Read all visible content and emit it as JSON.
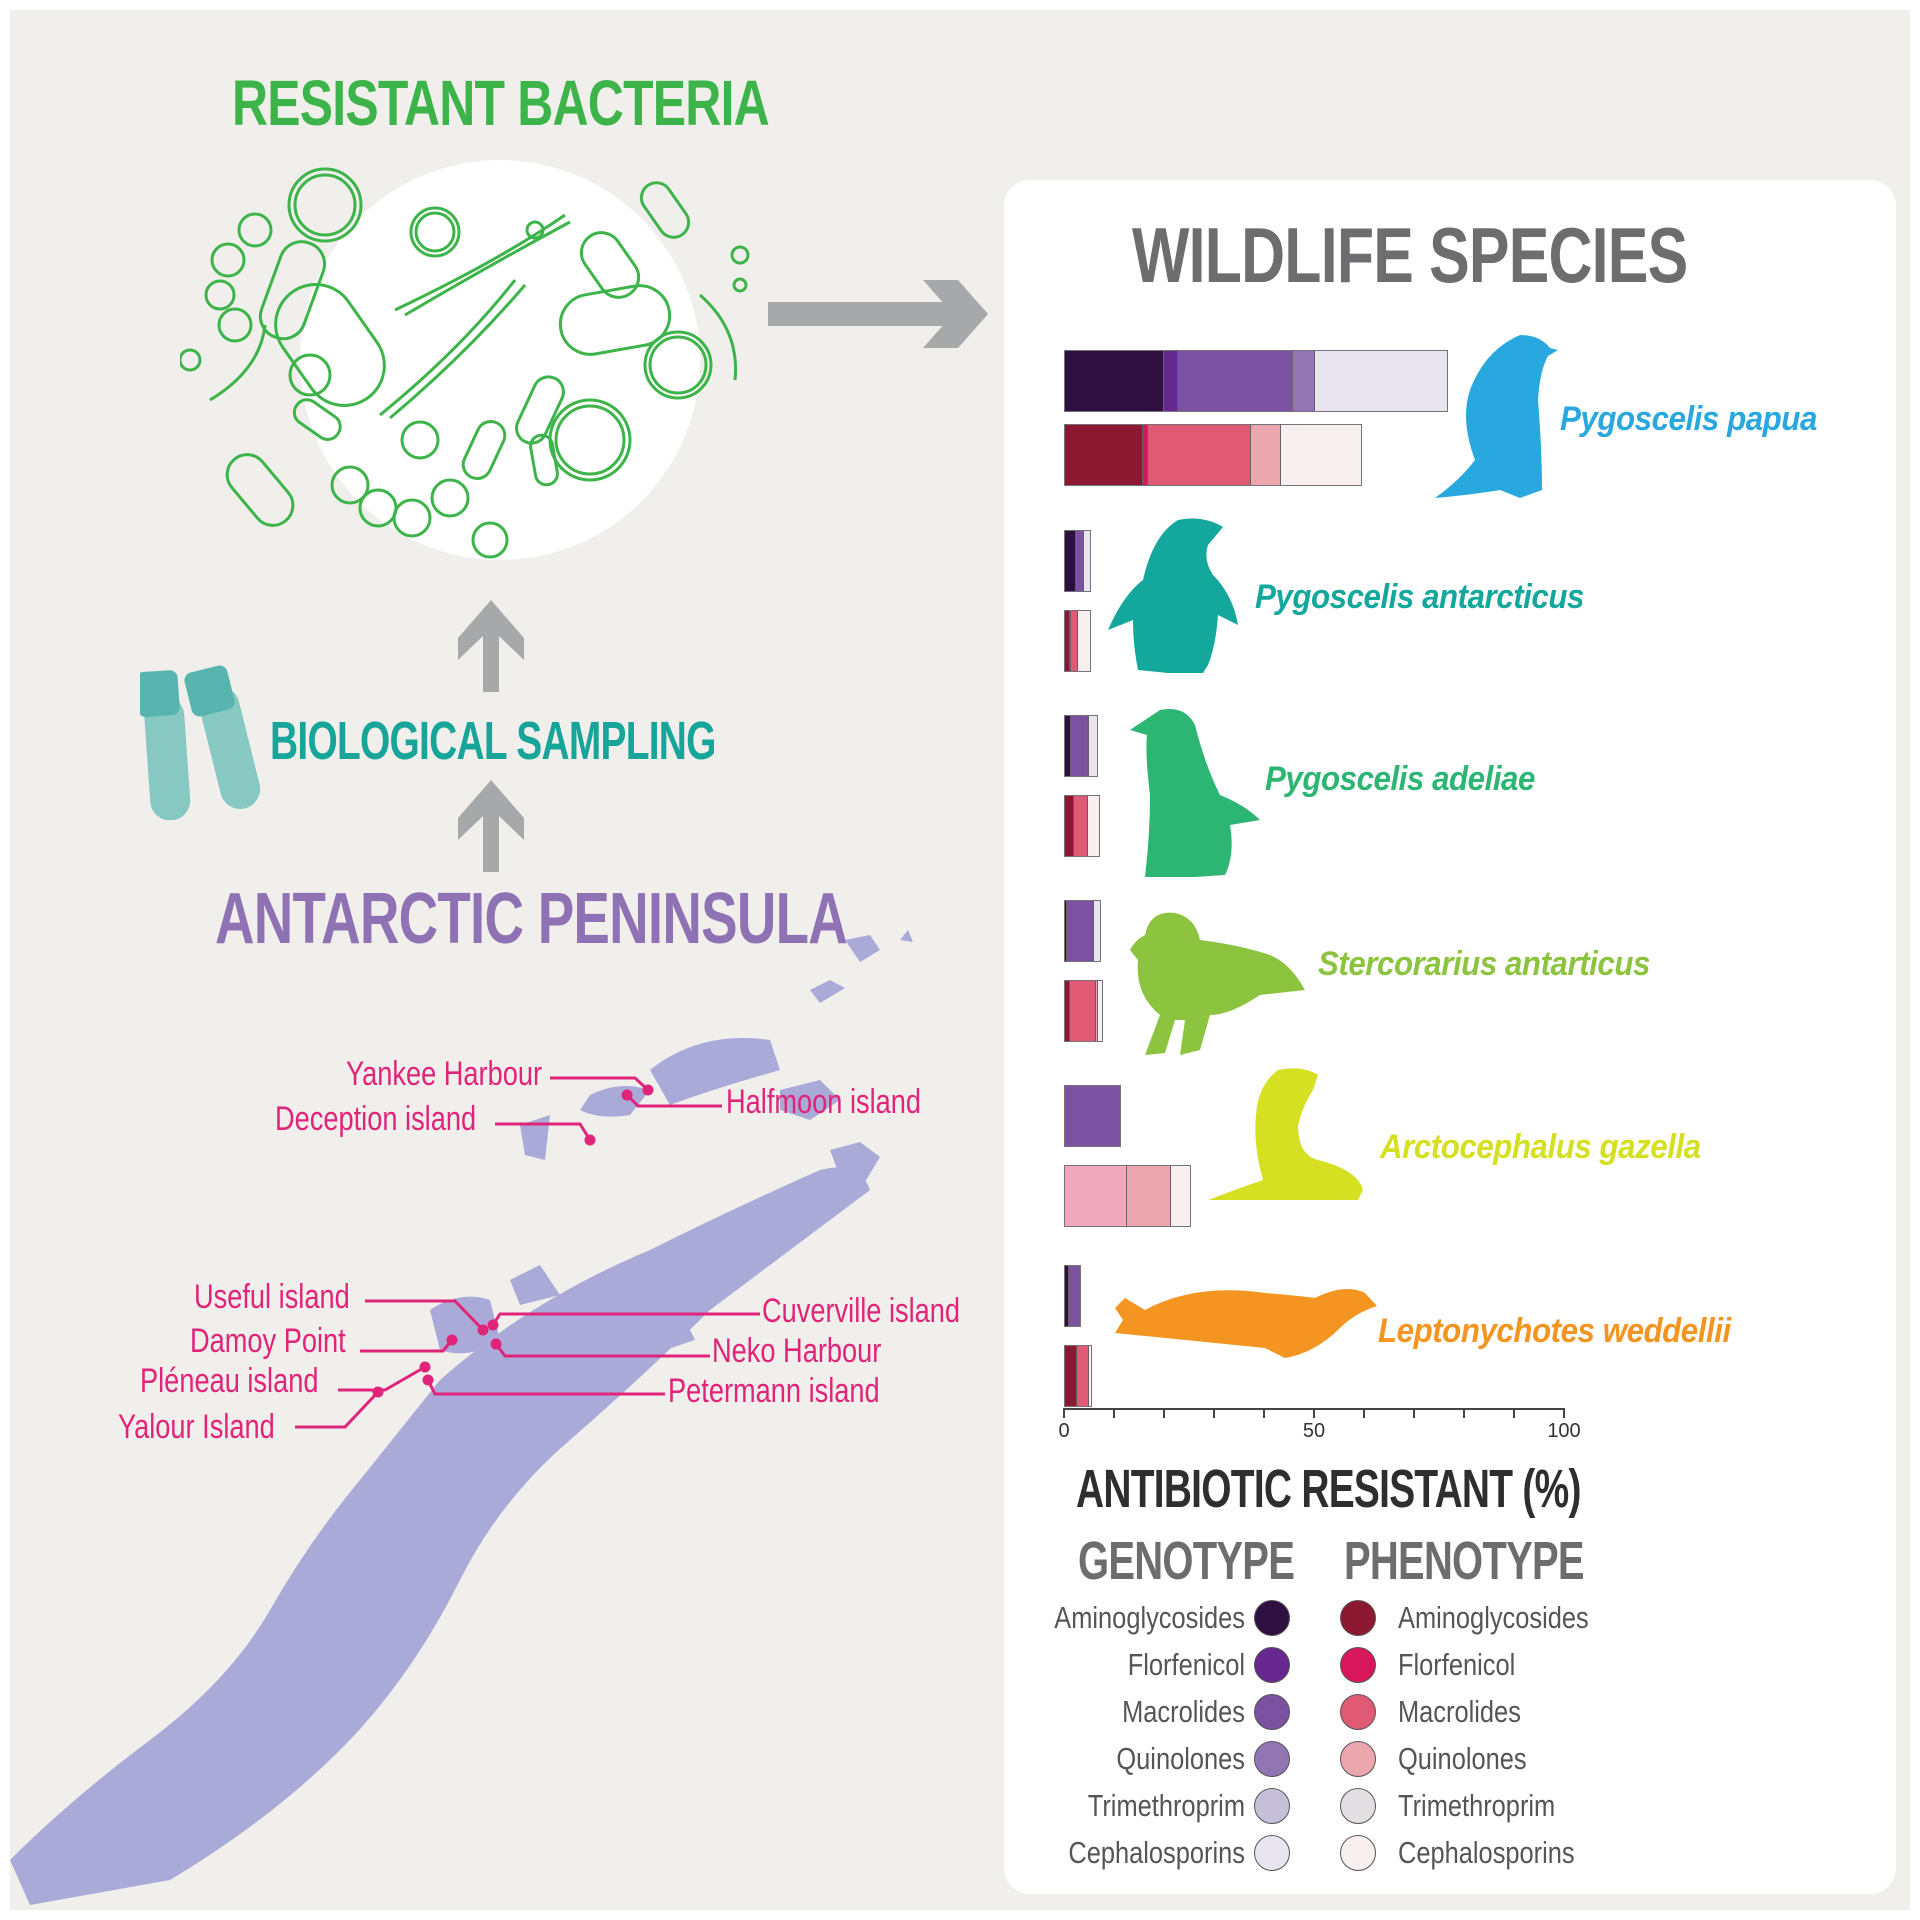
{
  "titles": {
    "resistant_bacteria": "RESISTANT BACTERIA",
    "biological_sampling": "BIOLOGICAL SAMPLING",
    "antarctic_peninsula": "ANTARCTIC PENINSULA",
    "wildlife_species": "WILDLIFE SPECIES"
  },
  "colors": {
    "background": "#f1efeb",
    "card": "#ffffff",
    "resistant_bacteria": "#3db44a",
    "biological_sampling": "#17a59a",
    "antarctic_peninsula": "#8f72b3",
    "map_land": "#aaaad8",
    "map_labels": "#e0247a",
    "arrows": "#a7a8aa"
  },
  "map_locations": [
    {
      "name": "Yankee Harbour"
    },
    {
      "name": "Deception island"
    },
    {
      "name": "Halfmoon island"
    },
    {
      "name": "Useful island"
    },
    {
      "name": "Damoy Point"
    },
    {
      "name": "Pléneau island"
    },
    {
      "name": "Yalour Island"
    },
    {
      "name": "Cuverville island"
    },
    {
      "name": "Neko Harbour"
    },
    {
      "name": "Petermann island"
    }
  ],
  "legend": {
    "genotype_title": "GENOTYPE",
    "phenotype_title": "PHENOTYPE",
    "genotype": [
      {
        "label": "Aminoglycosides",
        "color": "#2d1040"
      },
      {
        "label": "Florfenicol",
        "color": "#66288f"
      },
      {
        "label": "Macrolides",
        "color": "#7b51a1"
      },
      {
        "label": "Quinolones",
        "color": "#9176b3"
      },
      {
        "label": "Trimethroprim",
        "color": "#c5bfd8"
      },
      {
        "label": "Cephalosporins",
        "color": "#e8e5ee"
      }
    ],
    "phenotype": [
      {
        "label": "Aminoglycosides",
        "color": "#8b1731"
      },
      {
        "label": "Florfenicol",
        "color": "#d7175a"
      },
      {
        "label": "Macrolides",
        "color": "#e05a75"
      },
      {
        "label": "Quinolones",
        "color": "#eba6ae"
      },
      {
        "label": "Trimethroprim",
        "color": "#e2dee2"
      },
      {
        "label": "Cephalosporins",
        "color": "#f8f0ee"
      }
    ]
  },
  "chart_data": {
    "type": "bar",
    "orientation": "horizontal-stacked",
    "title": "WILDLIFE SPECIES",
    "xlabel": "ANTIBIOTIC RESISTANT (%)",
    "ylabel": "",
    "xlim": [
      0,
      100
    ],
    "xticks": [
      0,
      10,
      20,
      30,
      40,
      50,
      60,
      70,
      80,
      90,
      100
    ],
    "xtick_labels": [
      "0",
      "50",
      "100"
    ],
    "legend_position": "bottom",
    "species": [
      {
        "name": "Pygoscelis papua",
        "color": "#29a8e0",
        "genotype": [
          {
            "class": "Aminoglycosides",
            "value": 20.0
          },
          {
            "class": "Florfenicol",
            "value": 2.8
          },
          {
            "class": "Macrolides",
            "value": 23.2
          },
          {
            "class": "Quinolones",
            "value": 4.4
          },
          {
            "class": "Cephalosporins",
            "value": 26.6
          }
        ],
        "phenotype": [
          {
            "class": "Aminoglycosides",
            "value": 15.8
          },
          {
            "class": "Florfenicol",
            "value": 1.0
          },
          {
            "class": "Macrolides",
            "value": 20.8
          },
          {
            "class": "Quinolones",
            "value": 6.0
          },
          {
            "class": "Cephalosporins",
            "value": 16.2
          }
        ]
      },
      {
        "name": "Pygoscelis antarcticus",
        "color": "#14a79c",
        "genotype": [
          {
            "class": "Aminoglycosides",
            "value": 2.4
          },
          {
            "class": "Macrolides",
            "value": 1.8
          },
          {
            "class": "Cephalosporins",
            "value": 1.2
          }
        ],
        "phenotype": [
          {
            "class": "Aminoglycosides",
            "value": 1.0
          },
          {
            "class": "Florfenicol",
            "value": 0.4
          },
          {
            "class": "Macrolides",
            "value": 1.5
          },
          {
            "class": "Cephalosporins",
            "value": 2.5
          }
        ]
      },
      {
        "name": "Pygoscelis adeliae",
        "color": "#2db574",
        "genotype": [
          {
            "class": "Aminoglycosides",
            "value": 1.2
          },
          {
            "class": "Macrolides",
            "value": 3.6
          },
          {
            "class": "Quinolones",
            "value": 0.3
          },
          {
            "class": "Cephalosporins",
            "value": 1.8
          }
        ],
        "phenotype": [
          {
            "class": "Aminoglycosides",
            "value": 2.0
          },
          {
            "class": "Macrolides",
            "value": 2.8
          },
          {
            "class": "Cephalosporins",
            "value": 2.4
          }
        ]
      },
      {
        "name": "Stercorarius antarticus",
        "color": "#8cc43f",
        "genotype": [
          {
            "class": "Aminoglycosides",
            "value": 0.5
          },
          {
            "class": "Macrolides",
            "value": 5.6
          },
          {
            "class": "Cephalosporins",
            "value": 1.4
          }
        ],
        "phenotype": [
          {
            "class": "Aminoglycosides",
            "value": 1.0
          },
          {
            "class": "Macrolides",
            "value": 5.6
          },
          {
            "class": "Quinolones",
            "value": 0.4
          },
          {
            "class": "Cephalosporins",
            "value": 0.8
          }
        ]
      },
      {
        "name": "Arctocephalus gazella",
        "color": "#d4e021",
        "genotype": [
          {
            "class": "Macrolides",
            "value": 11.5
          }
        ],
        "phenotype": [
          {
            "class": "Quinolones (light)",
            "value": 12.6,
            "color": "#f0a8be"
          },
          {
            "class": "Quinolones",
            "value": 9.0
          },
          {
            "class": "Cephalosporins",
            "value": 3.8
          }
        ]
      },
      {
        "name": "Leptonychotes weddellii",
        "color": "#f39520",
        "genotype": [
          {
            "class": "Aminoglycosides",
            "value": 1.0
          },
          {
            "class": "Macrolides",
            "value": 2.4
          }
        ],
        "phenotype": [
          {
            "class": "Aminoglycosides",
            "value": 2.6
          },
          {
            "class": "Macrolides",
            "value": 2.6
          },
          {
            "class": "Cephalosporins",
            "value": 0.4
          }
        ]
      }
    ]
  },
  "axis": {
    "title": "ANTIBIOTIC RESISTANT (%)",
    "tick_0": "0",
    "tick_50": "50",
    "tick_100": "100"
  }
}
